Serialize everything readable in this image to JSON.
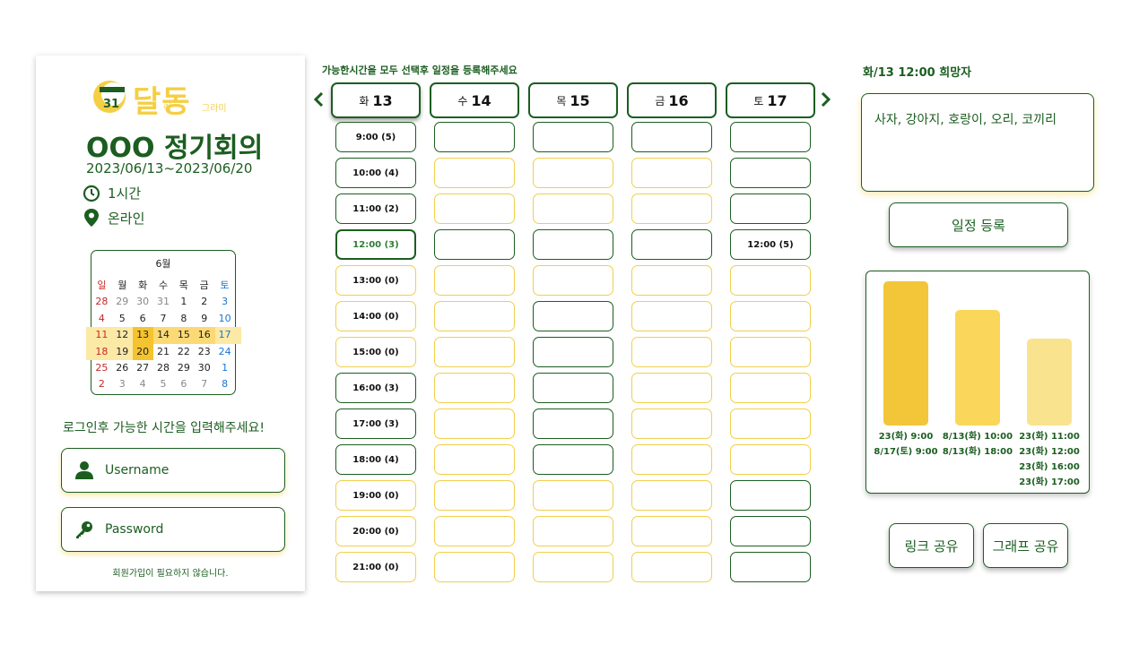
{
  "logo": {
    "badge_number": "31",
    "text_main": "달동",
    "text_small_1": "력",
    "text_small_2": "그라미",
    "colors": {
      "yellow": "#f4cf44",
      "green": "#1b5e20"
    }
  },
  "meeting": {
    "title": "OOO 정기회의",
    "date_range": "2023/06/13~2023/06/20",
    "duration": "1시간",
    "location": "온라인"
  },
  "mini_calendar": {
    "month": "6월",
    "weekdays": [
      "일",
      "월",
      "화",
      "수",
      "목",
      "금",
      "토"
    ],
    "weeks": [
      [
        "28",
        "29",
        "30",
        "31",
        "1",
        "2",
        "3"
      ],
      [
        "4",
        "5",
        "6",
        "7",
        "8",
        "9",
        "10"
      ],
      [
        "11",
        "12",
        "13",
        "14",
        "15",
        "16",
        "17"
      ],
      [
        "18",
        "19",
        "20",
        "21",
        "22",
        "23",
        "24"
      ],
      [
        "25",
        "26",
        "27",
        "28",
        "29",
        "30",
        "1"
      ],
      [
        "2",
        "3",
        "4",
        "5",
        "6",
        "7",
        "8"
      ]
    ]
  },
  "login": {
    "hint": "로그인후 가능한 시간을 입력해주세요!",
    "username_placeholder": "Username",
    "password_placeholder": "Password",
    "signup_note": "회원가입이 필요하지 않습니다."
  },
  "schedule": {
    "instruction": "가능한시간을 모두 선택후 일정을 등록해주세요",
    "days": [
      {
        "weekday": "화",
        "date": "13"
      },
      {
        "weekday": "수",
        "date": "14"
      },
      {
        "weekday": "목",
        "date": "15"
      },
      {
        "weekday": "금",
        "date": "16"
      },
      {
        "weekday": "토",
        "date": "17"
      }
    ],
    "slots_day1": [
      "9:00 (5)",
      "10:00 (4)",
      "11:00 (2)",
      "12:00 (3)",
      "13:00 (0)",
      "14:00 (0)",
      "15:00 (0)",
      "16:00 (3)",
      "17:00 (3)",
      "18:00 (4)",
      "19:00 (0)",
      "20:00 (0)",
      "21:00 (0)"
    ],
    "day5_label_1200": "12:00 (5)"
  },
  "right": {
    "title": "화/13 12:00 희망자",
    "participants": "사자, 강아지, 호랑이, 오리, 코끼리",
    "register_button": "일정 등록",
    "link_share_button": "링크 공유",
    "graph_share_button": "그래프 공유"
  },
  "chart_data": {
    "type": "bar",
    "title": "",
    "xlabel": "",
    "ylabel": "",
    "series": [
      {
        "values": [
          5,
          4,
          3
        ],
        "colors": [
          "#f2c638",
          "#fad75a",
          "#fae38f"
        ]
      }
    ],
    "bar_labels": [
      [
        "23(화) 9:00",
        "8/17(토) 9:00"
      ],
      [
        "8/13(화) 10:00",
        "8/13(화) 18:00"
      ],
      [
        "23(화) 11:00",
        "23(화) 12:00",
        "23(화) 16:00",
        "23(화) 17:00"
      ]
    ],
    "ylim": [
      0,
      5
    ],
    "grid": false,
    "legend": "none"
  }
}
